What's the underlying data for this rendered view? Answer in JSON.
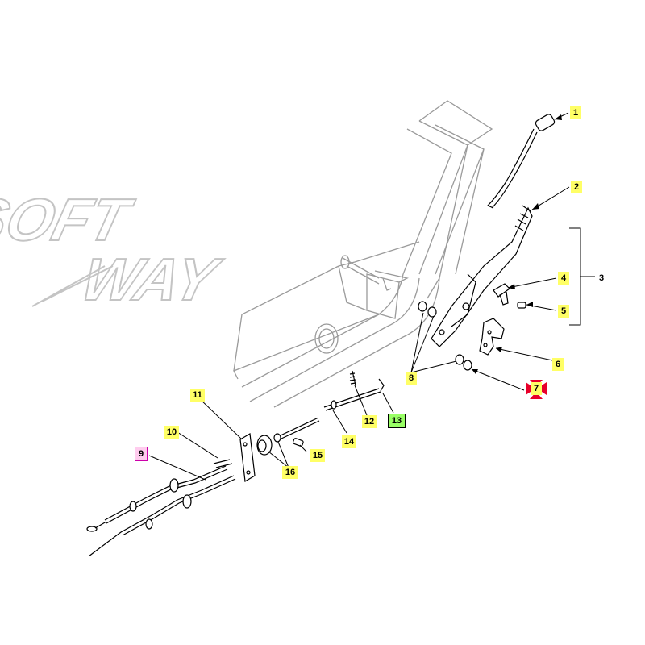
{
  "watermark": {
    "line1": "SOFT",
    "line2": "WAY"
  },
  "callouts": [
    {
      "id": "1",
      "style": "yellow"
    },
    {
      "id": "2",
      "style": "yellow"
    },
    {
      "id": "3",
      "style": "plain"
    },
    {
      "id": "4",
      "style": "yellow"
    },
    {
      "id": "5",
      "style": "yellow"
    },
    {
      "id": "6",
      "style": "yellow"
    },
    {
      "id": "7",
      "style": "yellow"
    },
    {
      "id": "8",
      "style": "yellow"
    },
    {
      "id": "9",
      "style": "pink"
    },
    {
      "id": "10",
      "style": "yellow"
    },
    {
      "id": "11",
      "style": "yellow"
    },
    {
      "id": "12",
      "style": "yellow"
    },
    {
      "id": "13",
      "style": "green"
    },
    {
      "id": "14",
      "style": "yellow"
    },
    {
      "id": "15",
      "style": "yellow"
    },
    {
      "id": "16",
      "style": "yellow"
    }
  ],
  "colors": {
    "line": "#000000",
    "frame": "#9a9a9a",
    "highlight": "#ffff66",
    "marker": "#e8002a",
    "watermark": "#c8c8c8"
  }
}
